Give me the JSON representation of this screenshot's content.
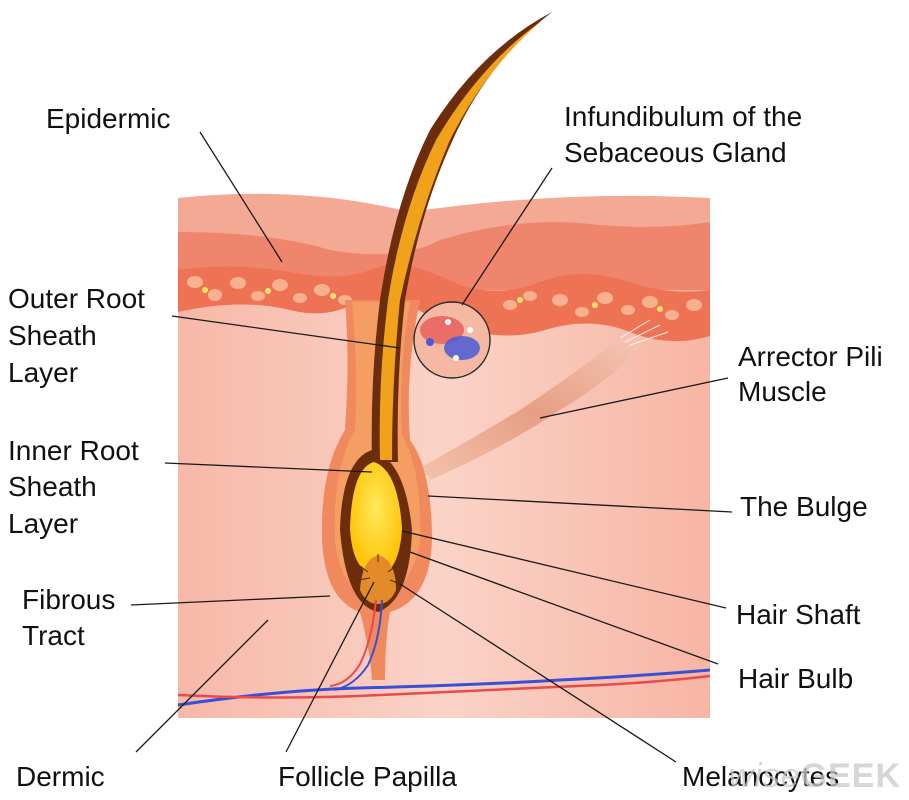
{
  "labels": {
    "epidermic": "Epidermic",
    "infundibulum_line1": "Infundibulum of the",
    "infundibulum_line2": "Sebaceous Gland",
    "outer_root_line1": "Outer Root",
    "outer_root_line2": "Sheath",
    "outer_root_line3": "Layer",
    "arrector_line1": "Arrector Pili",
    "arrector_line2": "Muscle",
    "inner_root_line1": "Inner Root",
    "inner_root_line2": "Sheath",
    "inner_root_line3": "Layer",
    "bulge": "The Bulge",
    "fibrous_line1": "Fibrous",
    "fibrous_line2": "Tract",
    "hair_shaft": "Hair Shaft",
    "hair_bulb": "Hair Bulb",
    "dermic": "Dermic",
    "follicle_papilla": "Follicle Papilla",
    "melanocytes": "Melanocytes"
  },
  "watermark": {
    "part1": "wise",
    "part2": "GEEK"
  },
  "colors": {
    "epidermis_top": "#f2a08e",
    "epidermis_band": "#f08670",
    "cell_layer": "#ee7052",
    "dermis": "#f9c8bb",
    "hair_outer": "#6b2d0c",
    "hair_inner": "#f0a21a",
    "bulb_core": "#ffd21a",
    "vein": "#3a4fd8",
    "artery": "#e84b4b"
  }
}
